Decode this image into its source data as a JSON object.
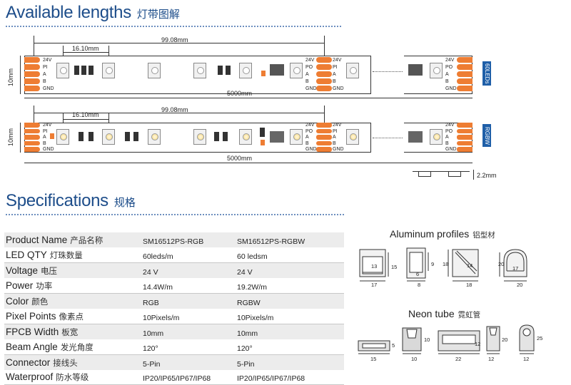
{
  "header": {
    "title": "Available lengths",
    "title_cn": "灯带图解"
  },
  "strip_rgb": {
    "pitch": "16.10mm",
    "segment": "99.08mm",
    "total": "5000mm",
    "width": "10mm",
    "pins_in": [
      "24V",
      "PI",
      "A",
      "B",
      "GND"
    ],
    "pins_out": [
      "24V",
      "PO",
      "A",
      "B",
      "GND"
    ],
    "tag": "60LEDs"
  },
  "strip_rgbw": {
    "pitch": "16.10mm",
    "segment": "99.08mm",
    "total": "5000mm",
    "width": "10mm",
    "pins_in": [
      "24V",
      "PI",
      "A",
      "B",
      "GND"
    ],
    "pins_out": [
      "24V",
      "PO",
      "A",
      "B",
      "GND"
    ],
    "tag": "RGBW",
    "thickness": "2.2mm"
  },
  "specs": {
    "title": "Specifications",
    "title_cn": "规格",
    "rows": [
      {
        "en": "Product Name",
        "cn": "产品名称",
        "v1": "SM16512PS-RGB",
        "v2": "SM16512PS-RGBW"
      },
      {
        "en": "LED QTY",
        "cn": "灯珠数量",
        "v1": "60leds/m",
        "v2": "60 ledsm"
      },
      {
        "en": "Voltage",
        "cn": "电压",
        "v1": "24 V",
        "v2": "24 V"
      },
      {
        "en": "Power",
        "cn": "功率",
        "v1": "14.4W/m",
        "v2": "19.2W/m"
      },
      {
        "en": "Color",
        "cn": "颜色",
        "v1": "RGB",
        "v2": "RGBW"
      },
      {
        "en": "Pixel Points",
        "cn": "像素点",
        "v1": "10Pixels/m",
        "v2": "10Pixels/m"
      },
      {
        "en": "FPCB Width",
        "cn": "板宽",
        "v1": "10mm",
        "v2": "10mm"
      },
      {
        "en": "Beam Angle",
        "cn": "发光角度",
        "v1": "120°",
        "v2": "120°"
      },
      {
        "en": "Connector",
        "cn": "接线头",
        "v1": "5-Pin",
        "v2": "5-Pin"
      },
      {
        "en": "Waterproof",
        "cn": "防水等级",
        "v1": "IP20/IP65/IP67/IP68",
        "v2": "IP20/IP65/IP67/IP68"
      }
    ]
  },
  "aluminum": {
    "title": "Aluminum profiles",
    "title_cn": "铝型材",
    "p1": {
      "inner": "13",
      "height": "15",
      "width": "17"
    },
    "p2": {
      "inner": "6",
      "height": "9",
      "width": "8"
    },
    "p3": {
      "inner": "14",
      "height": "18",
      "width": "18"
    },
    "p4": {
      "inner": "17",
      "height": "20",
      "width": "20"
    }
  },
  "neon": {
    "title": "Neon tube",
    "title_cn": "霓虹管",
    "n1": {
      "width": "15",
      "height": "5"
    },
    "n2": {
      "width": "10",
      "height": "10"
    },
    "n3": {
      "width": "22",
      "height": "12"
    },
    "n4": {
      "width": "12",
      "height": "20"
    },
    "n5": {
      "width": "12",
      "height": "25"
    }
  }
}
